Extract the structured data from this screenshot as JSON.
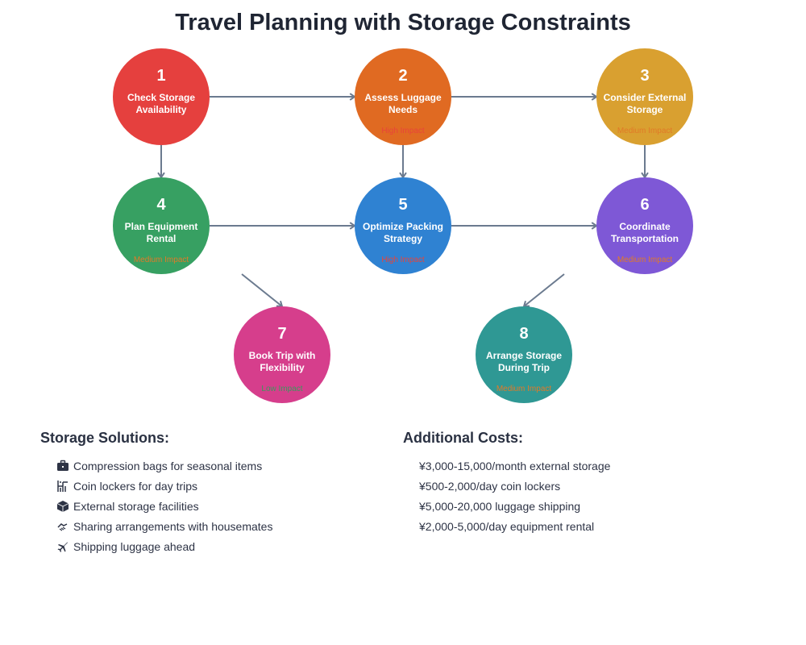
{
  "title": "Travel Planning with Storage Constraints",
  "nodes": [
    {
      "id": 1,
      "number": "1",
      "label_lines": [
        "Check Storage",
        "Availability"
      ],
      "impact": "",
      "color": "#e5403e",
      "impact_color": ""
    },
    {
      "id": 2,
      "number": "2",
      "label_lines": [
        "Assess Luggage",
        "Needs"
      ],
      "impact": "High Impact",
      "color": "#e06a22",
      "impact_color": "#e8443a"
    },
    {
      "id": 3,
      "number": "3",
      "label_lines": [
        "Consider External",
        "Storage"
      ],
      "impact": "Medium Impact",
      "color": "#d9a030",
      "impact_color": "#e07a28"
    },
    {
      "id": 4,
      "number": "4",
      "label_lines": [
        "Plan Equipment",
        "Rental"
      ],
      "impact": "Medium Impact",
      "color": "#37a062",
      "impact_color": "#e07a28"
    },
    {
      "id": 5,
      "number": "5",
      "label_lines": [
        "Optimize Packing",
        "Strategy"
      ],
      "impact": "High Impact",
      "color": "#2f82d2",
      "impact_color": "#e8443a"
    },
    {
      "id": 6,
      "number": "6",
      "label_lines": [
        "Coordinate",
        "Transportation"
      ],
      "impact": "Medium Impact",
      "color": "#7e58d6",
      "impact_color": "#e07a28"
    },
    {
      "id": 7,
      "number": "7",
      "label_lines": [
        "Book Trip with",
        "Flexibility"
      ],
      "impact": "Low Impact",
      "color": "#d63e8c",
      "impact_color": "#3a9a5c"
    },
    {
      "id": 8,
      "number": "8",
      "label_lines": [
        "Arrange Storage",
        "During Trip"
      ],
      "impact": "Medium Impact",
      "color": "#2f9894",
      "impact_color": "#e07a28"
    }
  ],
  "edges": [
    {
      "from": 1,
      "to": 2
    },
    {
      "from": 2,
      "to": 3
    },
    {
      "from": 1,
      "to": 4
    },
    {
      "from": 2,
      "to": 5
    },
    {
      "from": 3,
      "to": 6
    },
    {
      "from": 4,
      "to": 5
    },
    {
      "from": 5,
      "to": 6
    },
    {
      "from": 4,
      "to": 7
    },
    {
      "from": 6,
      "to": 8
    }
  ],
  "edge_color": "#6b7a8f",
  "storage_solutions": {
    "title": "Storage Solutions:",
    "items": [
      {
        "icon": "briefcase-icon",
        "text": "Compression bags for seasonal items"
      },
      {
        "icon": "locker-icon",
        "text": "Coin lockers for day trips"
      },
      {
        "icon": "package-icon",
        "text": "External storage facilities"
      },
      {
        "icon": "handshake-icon",
        "text": "Sharing arrangements with housemates"
      },
      {
        "icon": "airplane-icon",
        "text": "Shipping luggage ahead"
      }
    ]
  },
  "additional_costs": {
    "title": "Additional Costs:",
    "items": [
      {
        "text": "¥3,000-15,000/month external storage"
      },
      {
        "text": "¥500-2,000/day coin lockers"
      },
      {
        "text": "¥5,000-20,000 luggage shipping"
      },
      {
        "text": "¥2,000-5,000/day equipment rental"
      }
    ]
  }
}
